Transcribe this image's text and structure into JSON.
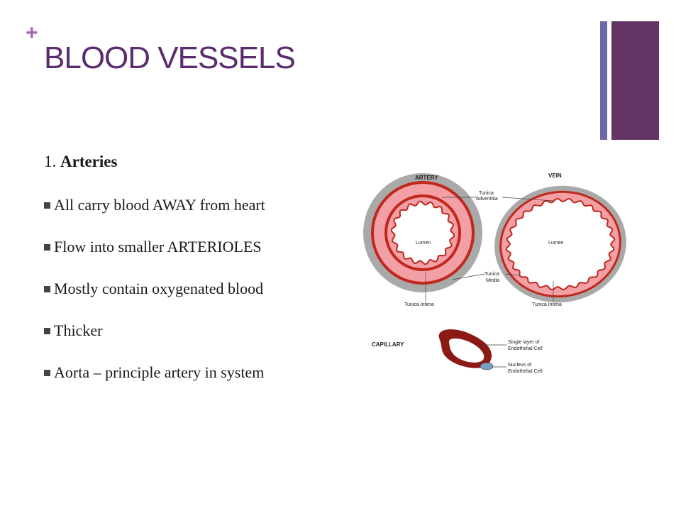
{
  "slide": {
    "plus_sign": "+",
    "title": "BLOOD VESSELS",
    "heading_number": "1.",
    "heading_label": "Arteries",
    "bullets": [
      "All carry blood AWAY from heart",
      "Flow into smaller ARTERIOLES",
      "Mostly contain oxygenated blood",
      "Thicker",
      "Aorta – principle artery in system"
    ]
  },
  "diagram": {
    "artery_label": "ARTERY",
    "vein_label": "VEIN",
    "capillary_label": "CAPILLARY",
    "tunica_adventitia": [
      "Tunica",
      "Adventitia"
    ],
    "tunica_media": [
      "Tunica",
      "Media"
    ],
    "artery_lumen": "Lumen",
    "vein_lumen": "Lumen",
    "artery_tunica_intima": "Tunica Intima",
    "vein_tunica_intima": "Tunica Intima",
    "single_layer": [
      "Single layer of",
      "Endothelial Cell"
    ],
    "nucleus": [
      "Nucleus of",
      "Endothelial Cell"
    ]
  },
  "colors": {
    "title": "#5b2c6f",
    "accent_plus": "#a066b0",
    "bar_thin": "#6b6aa8",
    "bar_wide": "#643465",
    "bullet": "#444444",
    "vessel_outer": "#a9a9a9",
    "vessel_red": "#c0281c",
    "vessel_pink": "#f2a0a6",
    "capillary": "#8b1a14",
    "nucleus": "#7a9ec0"
  },
  "icons": {
    "plus": "plus-icon",
    "bullet": "square-bullet-icon"
  }
}
